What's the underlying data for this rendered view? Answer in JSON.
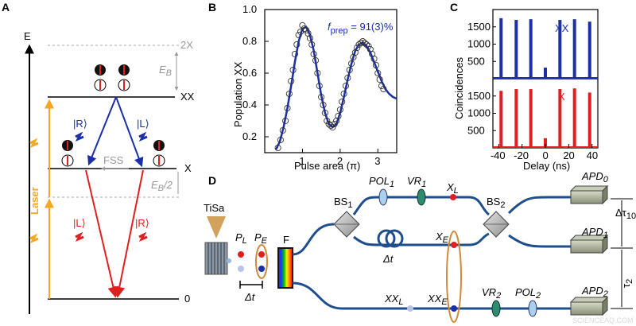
{
  "panels": {
    "a": "A",
    "b": "B",
    "c": "C",
    "d": "D"
  },
  "a": {
    "energy_axis": "E",
    "level_2x": "2X",
    "level_xx": "XX",
    "level_x": "X",
    "level_0": "0",
    "eb": "E",
    "eb_sub": "B",
    "eb2": "E",
    "eb2_sub": "B",
    "eb2_tail": "/2",
    "fss": "FSS",
    "r_top": "|R⟩",
    "l_top": "|L⟩",
    "l_bot": "|L⟩",
    "r_bot": "|R⟩",
    "laser": "Laser",
    "colors": {
      "blue": "#1a2fa8",
      "red": "#e02020",
      "laser": "#f5a623"
    }
  },
  "chart_data": [
    {
      "type": "scatter",
      "panel": "B",
      "xlabel": "Pulse area (π)",
      "ylabel": "Population XX",
      "xlim": [
        0,
        3.5
      ],
      "ylim": [
        0.1,
        1.0
      ],
      "xticks": [
        "1",
        "2",
        "3"
      ],
      "yticks": [
        "0.2",
        "0.4",
        "0.6",
        "0.8",
        "1.0"
      ],
      "annotation": "f",
      "annotation_sub": "prep",
      "annotation_val": " = 91(3)%",
      "fit_color": "#1a2fa8",
      "points": [
        [
          0.35,
          0.13
        ],
        [
          0.42,
          0.18
        ],
        [
          0.48,
          0.24
        ],
        [
          0.55,
          0.3
        ],
        [
          0.6,
          0.38
        ],
        [
          0.65,
          0.47
        ],
        [
          0.7,
          0.55
        ],
        [
          0.75,
          0.62
        ],
        [
          0.8,
          0.72
        ],
        [
          0.85,
          0.78
        ],
        [
          0.9,
          0.84
        ],
        [
          0.95,
          0.86
        ],
        [
          1.0,
          0.9
        ],
        [
          1.05,
          0.88
        ],
        [
          1.1,
          0.87
        ],
        [
          1.15,
          0.85
        ],
        [
          1.2,
          0.82
        ],
        [
          1.25,
          0.78
        ],
        [
          1.3,
          0.72
        ],
        [
          1.35,
          0.68
        ],
        [
          1.4,
          0.6
        ],
        [
          1.45,
          0.52
        ],
        [
          1.5,
          0.45
        ],
        [
          1.55,
          0.4
        ],
        [
          1.6,
          0.35
        ],
        [
          1.65,
          0.3
        ],
        [
          1.7,
          0.28
        ],
        [
          1.75,
          0.27
        ],
        [
          1.8,
          0.26
        ],
        [
          1.85,
          0.28
        ],
        [
          1.9,
          0.3
        ],
        [
          1.95,
          0.33
        ],
        [
          2.0,
          0.37
        ],
        [
          2.05,
          0.42
        ],
        [
          2.1,
          0.47
        ],
        [
          2.15,
          0.52
        ],
        [
          2.2,
          0.57
        ],
        [
          2.25,
          0.62
        ],
        [
          2.3,
          0.66
        ],
        [
          2.35,
          0.7
        ],
        [
          2.4,
          0.73
        ],
        [
          2.45,
          0.76
        ],
        [
          2.5,
          0.78
        ],
        [
          2.55,
          0.79
        ],
        [
          2.6,
          0.8
        ],
        [
          2.65,
          0.79
        ],
        [
          2.7,
          0.78
        ],
        [
          2.75,
          0.77
        ],
        [
          2.8,
          0.75
        ],
        [
          2.85,
          0.72
        ],
        [
          2.9,
          0.69
        ],
        [
          2.95,
          0.65
        ],
        [
          3.0,
          0.6
        ],
        [
          3.05,
          0.56
        ],
        [
          3.1,
          0.52
        ],
        [
          3.15,
          0.5
        ]
      ],
      "fit": [
        [
          0.3,
          0.12
        ],
        [
          0.4,
          0.17
        ],
        [
          0.5,
          0.26
        ],
        [
          0.6,
          0.38
        ],
        [
          0.7,
          0.52
        ],
        [
          0.8,
          0.67
        ],
        [
          0.9,
          0.8
        ],
        [
          1.0,
          0.88
        ],
        [
          1.1,
          0.89
        ],
        [
          1.2,
          0.84
        ],
        [
          1.3,
          0.74
        ],
        [
          1.4,
          0.6
        ],
        [
          1.5,
          0.46
        ],
        [
          1.6,
          0.35
        ],
        [
          1.7,
          0.28
        ],
        [
          1.8,
          0.26
        ],
        [
          1.9,
          0.28
        ],
        [
          2.0,
          0.35
        ],
        [
          2.1,
          0.45
        ],
        [
          2.2,
          0.56
        ],
        [
          2.3,
          0.66
        ],
        [
          2.4,
          0.74
        ],
        [
          2.5,
          0.78
        ],
        [
          2.6,
          0.79
        ],
        [
          2.7,
          0.77
        ],
        [
          2.8,
          0.73
        ],
        [
          2.9,
          0.67
        ],
        [
          3.0,
          0.61
        ],
        [
          3.1,
          0.55
        ],
        [
          3.2,
          0.5
        ],
        [
          3.3,
          0.47
        ],
        [
          3.4,
          0.45
        ],
        [
          3.5,
          0.44
        ]
      ]
    },
    {
      "type": "bar",
      "panel": "C",
      "xlabel": "Delay (ns)",
      "ylabel": "Coincidences",
      "xlim": [
        -45,
        45
      ],
      "xticks": [
        "-40",
        "-20",
        "0",
        "20",
        "40"
      ],
      "series": [
        {
          "name": "XX",
          "color": "#1a2fa8",
          "ylim": [
            0,
            2000
          ],
          "yticks": [
            "500",
            "1000",
            "1500"
          ],
          "peaks": [
            [
              -38,
              1750
            ],
            [
              -25,
              1700
            ],
            [
              -12.5,
              1720
            ],
            [
              0,
              320
            ],
            [
              12.5,
              1700
            ],
            [
              25,
              1720
            ],
            [
              38,
              1650
            ]
          ]
        },
        {
          "name": "X",
          "color": "#e02020",
          "ylim": [
            0,
            2000
          ],
          "yticks": [
            "500",
            "1000",
            "1500"
          ],
          "peaks": [
            [
              -38,
              1650
            ],
            [
              -25,
              1700
            ],
            [
              -12.5,
              1700
            ],
            [
              0,
              280
            ],
            [
              12.5,
              1700
            ],
            [
              25,
              1720
            ],
            [
              38,
              1600
            ]
          ]
        }
      ]
    }
  ],
  "d": {
    "tisa": "TiSa",
    "pl": "P",
    "pl_sub": "L",
    "pe": "P",
    "pe_sub": "E",
    "dt": "Δt",
    "f": "F",
    "bs1": "BS",
    "bs1_sub": "1",
    "bs2": "BS",
    "bs2_sub": "2",
    "pol1": "POL",
    "pol1_sub": "1",
    "vr1": "VR",
    "vr1_sub": "1",
    "xl": "X",
    "xl_sub": "L",
    "xe": "X",
    "xe_sub": "E",
    "loop_dt": "Δt",
    "xxl": "XX",
    "xxl_sub": "L",
    "xxe": "XX",
    "xxe_sub": "E",
    "vr2": "VR",
    "vr2_sub": "2",
    "pol2": "POL",
    "pol2_sub": "2",
    "apd0": "APD",
    "apd0_sub": "0",
    "apd1": "APD",
    "apd1_sub": "1",
    "apd2": "APD",
    "apd2_sub": "2",
    "dtau10": "Δτ",
    "dtau10_sub": "10",
    "tau2": "τ",
    "tau2_sub": "2"
  },
  "watermark": "SCIENCEAQ.COM"
}
